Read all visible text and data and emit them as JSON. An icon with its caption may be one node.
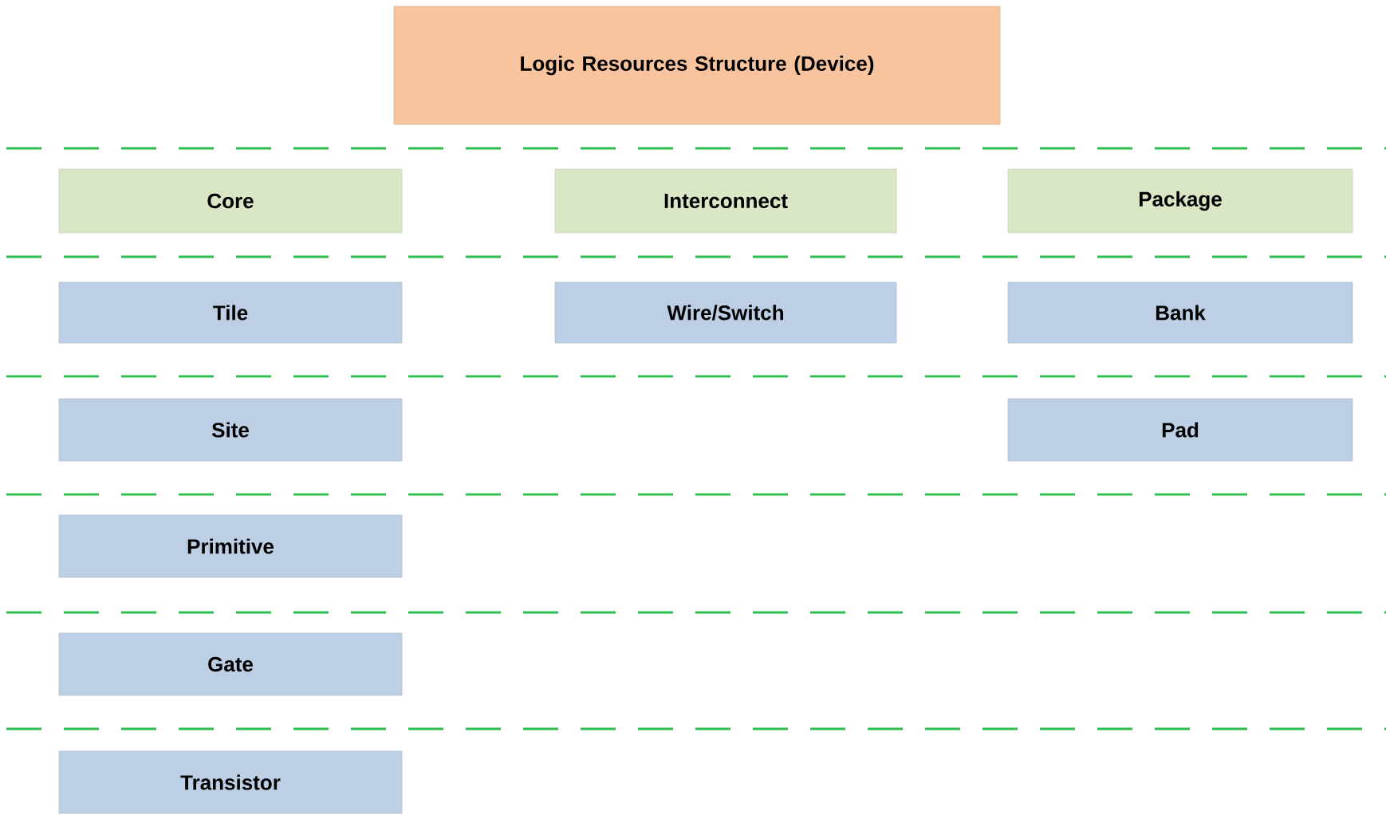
{
  "diagram": {
    "nodes": [
      {
        "text": [
          "Logic Resources Structure (Device)"
        ]
      },
      {
        "text": [
          "Core"
        ]
      },
      {
        "text": [
          "Interconnect"
        ]
      },
      {
        "text": [
          "Package"
        ]
      },
      {
        "text": [
          "Tile"
        ]
      },
      {
        "text": [
          "Wire/Switch"
        ]
      },
      {
        "text": [
          "Bank"
        ]
      },
      {
        "text": [
          "Site"
        ]
      },
      {
        "text": [
          "Pad"
        ]
      },
      {
        "text": [
          "Primitive"
        ]
      },
      {
        "text": [
          "Gate"
        ]
      },
      {
        "text": [
          "Transistor"
        ]
      }
    ]
  }
}
